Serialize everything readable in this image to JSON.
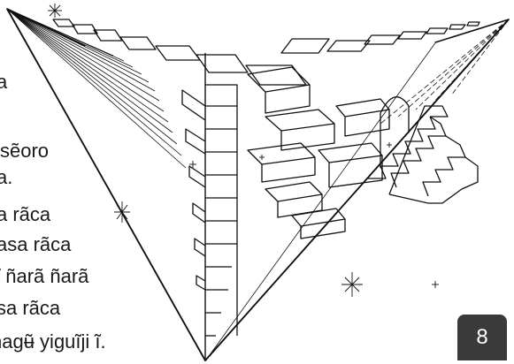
{
  "text_lines": [
    "a",
    "sẽoro",
    "a.",
    "a rãca",
    "asa rãca",
    "ĩ ñarã ñarã",
    "sa rãca",
    "ñagʉ̃ yiguĩji ĩ."
  ],
  "page_number": "8",
  "colors": {
    "ink": "#1a1a1a",
    "badge_bg": "#3a3a3a",
    "badge_text": "#ffffff"
  }
}
